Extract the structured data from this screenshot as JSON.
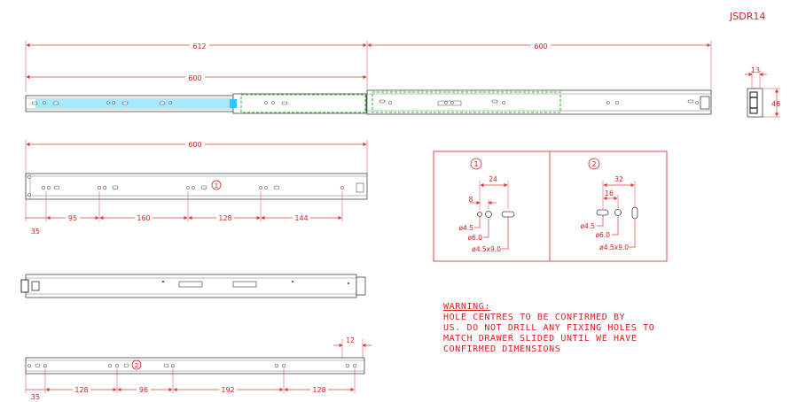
{
  "drawing": {
    "code": "JSDR14",
    "top_view": {
      "overall_closed": "612",
      "closed_length": "600",
      "extension": "600"
    },
    "end_view": {
      "width": "13",
      "height": "46"
    },
    "side_view_1": {
      "length": "600",
      "marker": "1",
      "hole_dims": [
        "35",
        "95",
        "160",
        "128",
        "144"
      ]
    },
    "side_view_2": {
      "marker": "2",
      "hole_dims": [
        "35",
        "128",
        "96",
        "192",
        "128"
      ],
      "end_dim": "12"
    },
    "detail_1": {
      "marker": "1",
      "dim_a": "24",
      "dim_b": "8",
      "holes": [
        "ø4.5",
        "ø6.0",
        "ø4.5x9.0"
      ]
    },
    "detail_2": {
      "marker": "2",
      "dim_a": "32",
      "dim_b": "16",
      "holes": [
        "ø4.5",
        "ø6.0",
        "ø4.5x9.0"
      ]
    },
    "warning": {
      "title": "WARNING:",
      "lines": [
        "HOLE CENTRES TO BE CONFIRMED BY",
        "US. DO NOT DRILL ANY FIXING HOLES TO",
        "MATCH DRAWER SLIDED UNTIL WE HAVE",
        "CONFIRMED DIMENSIONS"
      ]
    }
  },
  "colors": {
    "dimension": "#d81e1e",
    "outline": "#444444",
    "highlight_green": "#2cc02c",
    "highlight_cyan": "#8fe4ff"
  }
}
